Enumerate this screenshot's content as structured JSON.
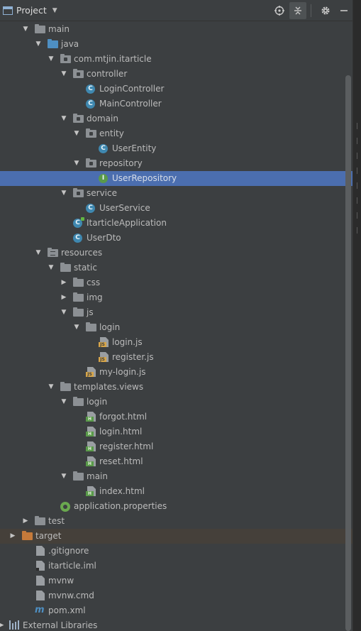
{
  "header": {
    "title": "Project",
    "icons": [
      "window-icon",
      "dropdown-caret-icon",
      "locate-icon",
      "collapse-all-icon",
      "gear-icon",
      "minimize-icon"
    ]
  },
  "tree": {
    "items": [
      {
        "label": "main",
        "depth": 1,
        "expand": "open",
        "icon": "folder"
      },
      {
        "label": "java",
        "depth": 2,
        "expand": "open",
        "icon": "folder-blue"
      },
      {
        "label": "com.mtjin.itarticle",
        "depth": 3,
        "expand": "open",
        "icon": "package"
      },
      {
        "label": "controller",
        "depth": 4,
        "expand": "open",
        "icon": "package"
      },
      {
        "label": "LoginController",
        "depth": 5,
        "expand": "none",
        "icon": "class"
      },
      {
        "label": "MainController",
        "depth": 5,
        "expand": "none",
        "icon": "class"
      },
      {
        "label": "domain",
        "depth": 4,
        "expand": "open",
        "icon": "package"
      },
      {
        "label": "entity",
        "depth": 5,
        "expand": "open",
        "icon": "package"
      },
      {
        "label": "UserEntity",
        "depth": 6,
        "expand": "none",
        "icon": "class"
      },
      {
        "label": "repository",
        "depth": 5,
        "expand": "open",
        "icon": "package"
      },
      {
        "label": "UserRepository",
        "depth": 6,
        "expand": "none",
        "icon": "interface",
        "selected": true
      },
      {
        "label": "service",
        "depth": 4,
        "expand": "open",
        "icon": "package"
      },
      {
        "label": "UserService",
        "depth": 5,
        "expand": "none",
        "icon": "class"
      },
      {
        "label": "ItarticleApplication",
        "depth": 4,
        "expand": "none",
        "icon": "class-app"
      },
      {
        "label": "UserDto",
        "depth": 4,
        "expand": "none",
        "icon": "class"
      },
      {
        "label": "resources",
        "depth": 2,
        "expand": "open",
        "icon": "folder-resources"
      },
      {
        "label": "static",
        "depth": 3,
        "expand": "open",
        "icon": "folder"
      },
      {
        "label": "css",
        "depth": 4,
        "expand": "closed",
        "icon": "folder"
      },
      {
        "label": "img",
        "depth": 4,
        "expand": "closed",
        "icon": "folder"
      },
      {
        "label": "js",
        "depth": 4,
        "expand": "open",
        "icon": "folder"
      },
      {
        "label": "login",
        "depth": 5,
        "expand": "open",
        "icon": "folder"
      },
      {
        "label": "login.js",
        "depth": 6,
        "expand": "none",
        "icon": "js-file"
      },
      {
        "label": "register.js",
        "depth": 6,
        "expand": "none",
        "icon": "js-file"
      },
      {
        "label": "my-login.js",
        "depth": 5,
        "expand": "none",
        "icon": "js-file"
      },
      {
        "label": "templates.views",
        "depth": 3,
        "expand": "open",
        "icon": "folder"
      },
      {
        "label": "login",
        "depth": 4,
        "expand": "open",
        "icon": "folder"
      },
      {
        "label": "forgot.html",
        "depth": 5,
        "expand": "none",
        "icon": "html-file"
      },
      {
        "label": "login.html",
        "depth": 5,
        "expand": "none",
        "icon": "html-file"
      },
      {
        "label": "register.html",
        "depth": 5,
        "expand": "none",
        "icon": "html-file"
      },
      {
        "label": "reset.html",
        "depth": 5,
        "expand": "none",
        "icon": "html-file"
      },
      {
        "label": "main",
        "depth": 4,
        "expand": "open",
        "icon": "folder"
      },
      {
        "label": "index.html",
        "depth": 5,
        "expand": "none",
        "icon": "html-file"
      },
      {
        "label": "application.properties",
        "depth": 3,
        "expand": "none",
        "icon": "spring-properties"
      },
      {
        "label": "test",
        "depth": 1,
        "expand": "closed",
        "icon": "folder"
      },
      {
        "label": "target",
        "depth": 0,
        "expand": "closed",
        "icon": "folder-excluded",
        "excluded": true
      },
      {
        "label": ".gitignore",
        "depth": 1,
        "expand": "none",
        "icon": "text-file"
      },
      {
        "label": "itarticle.iml",
        "depth": 1,
        "expand": "none",
        "icon": "iml-file"
      },
      {
        "label": "mvnw",
        "depth": 1,
        "expand": "none",
        "icon": "text-file"
      },
      {
        "label": "mvnw.cmd",
        "depth": 1,
        "expand": "none",
        "icon": "text-file"
      },
      {
        "label": "pom.xml",
        "depth": 1,
        "expand": "none",
        "icon": "maven-file"
      },
      {
        "label": "External Libraries",
        "depth": -1,
        "expand": "closed",
        "icon": "libraries"
      }
    ]
  },
  "colors": {
    "panel_bg": "#3c3f41",
    "selection": "#4b6eaf",
    "excluded_row": "#45403a",
    "text": "#bbbbbb",
    "class_icon": "#3f88b0",
    "interface_icon": "#5a9a4a",
    "source_folder": "#4e8fc2",
    "excluded_folder": "#c57a3a"
  }
}
